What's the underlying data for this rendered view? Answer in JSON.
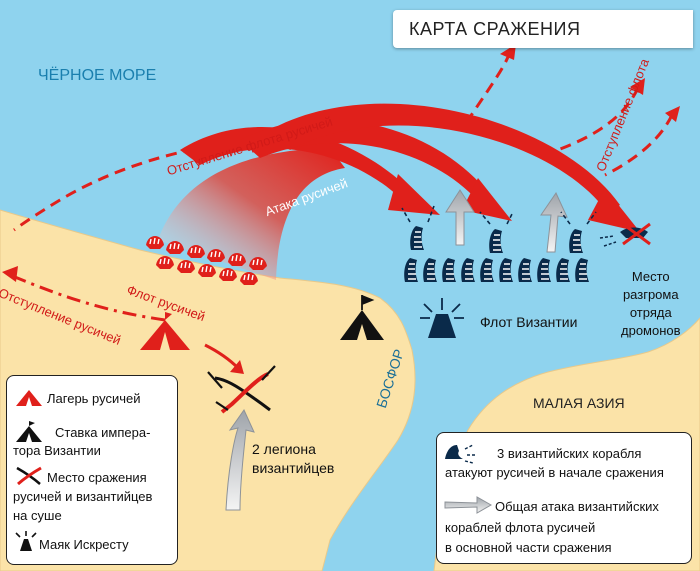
{
  "title": "КАРТА СРАЖЕНИЯ",
  "places": {
    "sea": "ЧЁРНОЕ МОРЕ",
    "asia": "МАЛАЯ АЗИЯ",
    "bosphorus": "БОСФОР"
  },
  "labels": {
    "rus_retreat_top": "Отступление флота русичей",
    "rus_attack": "Атака русичей",
    "rus_fleet": "Флот русичей",
    "rus_retreat_left": "Отступление русичей",
    "byz_fleet": "Флот Византии",
    "rout_site": [
      "Место",
      "разгрома",
      "отряда",
      "дромонов"
    ],
    "byz_legions": [
      "2 легиона",
      "византийцев"
    ],
    "retreat_right": "Отступление флота"
  },
  "legend_left": [
    {
      "icon": "red-tent-icon",
      "lines": [
        "Лагерь русичей"
      ]
    },
    {
      "icon": "black-tent-icon",
      "lines": [
        "Ставка импера-",
        "тора Византии"
      ]
    },
    {
      "icon": "crossed-swords-icon",
      "lines": [
        "Место сражения",
        "русичей и византийцев",
        "на суше"
      ]
    },
    {
      "icon": "lighthouse-icon",
      "lines": [
        "Маяк Искресту"
      ]
    }
  ],
  "legend_right": [
    {
      "icon": "byzantine-ship-icon",
      "lines": [
        "3 византийских корабля",
        "атакуют русичей в начале сражения"
      ]
    },
    {
      "icon": "gray-arrow-icon",
      "lines": [
        "Общая атака византийских",
        "кораблей флота русичей",
        "в основной части сражения"
      ]
    }
  ],
  "colors": {
    "sea": "#8fd3ee",
    "land": "#fbe3a8",
    "rus": "#e0201b",
    "byz": "#0a2a4a",
    "gray": "#b4b8bd"
  }
}
